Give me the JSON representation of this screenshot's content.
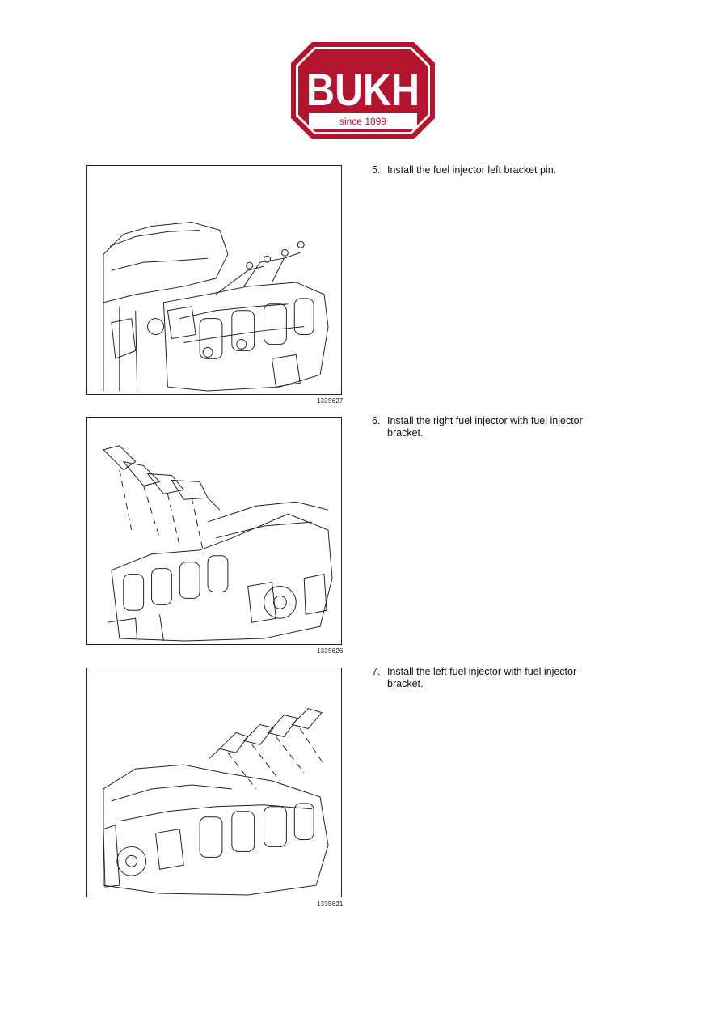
{
  "logo": {
    "brand": "BUKH",
    "tagline": "since 1899",
    "color": "#b3152e"
  },
  "steps": [
    {
      "number": "5.",
      "line1": "Install the fuel injector left bracket pin.",
      "line2": "",
      "figure_id": "1335627"
    },
    {
      "number": "6.",
      "line1": "Install the right fuel injector with fuel injector",
      "line2": "bracket.",
      "figure_id": "1335626"
    },
    {
      "number": "7.",
      "line1": "Install the left fuel injector with fuel injector",
      "line2": "bracket.",
      "figure_id": "1335621"
    }
  ]
}
